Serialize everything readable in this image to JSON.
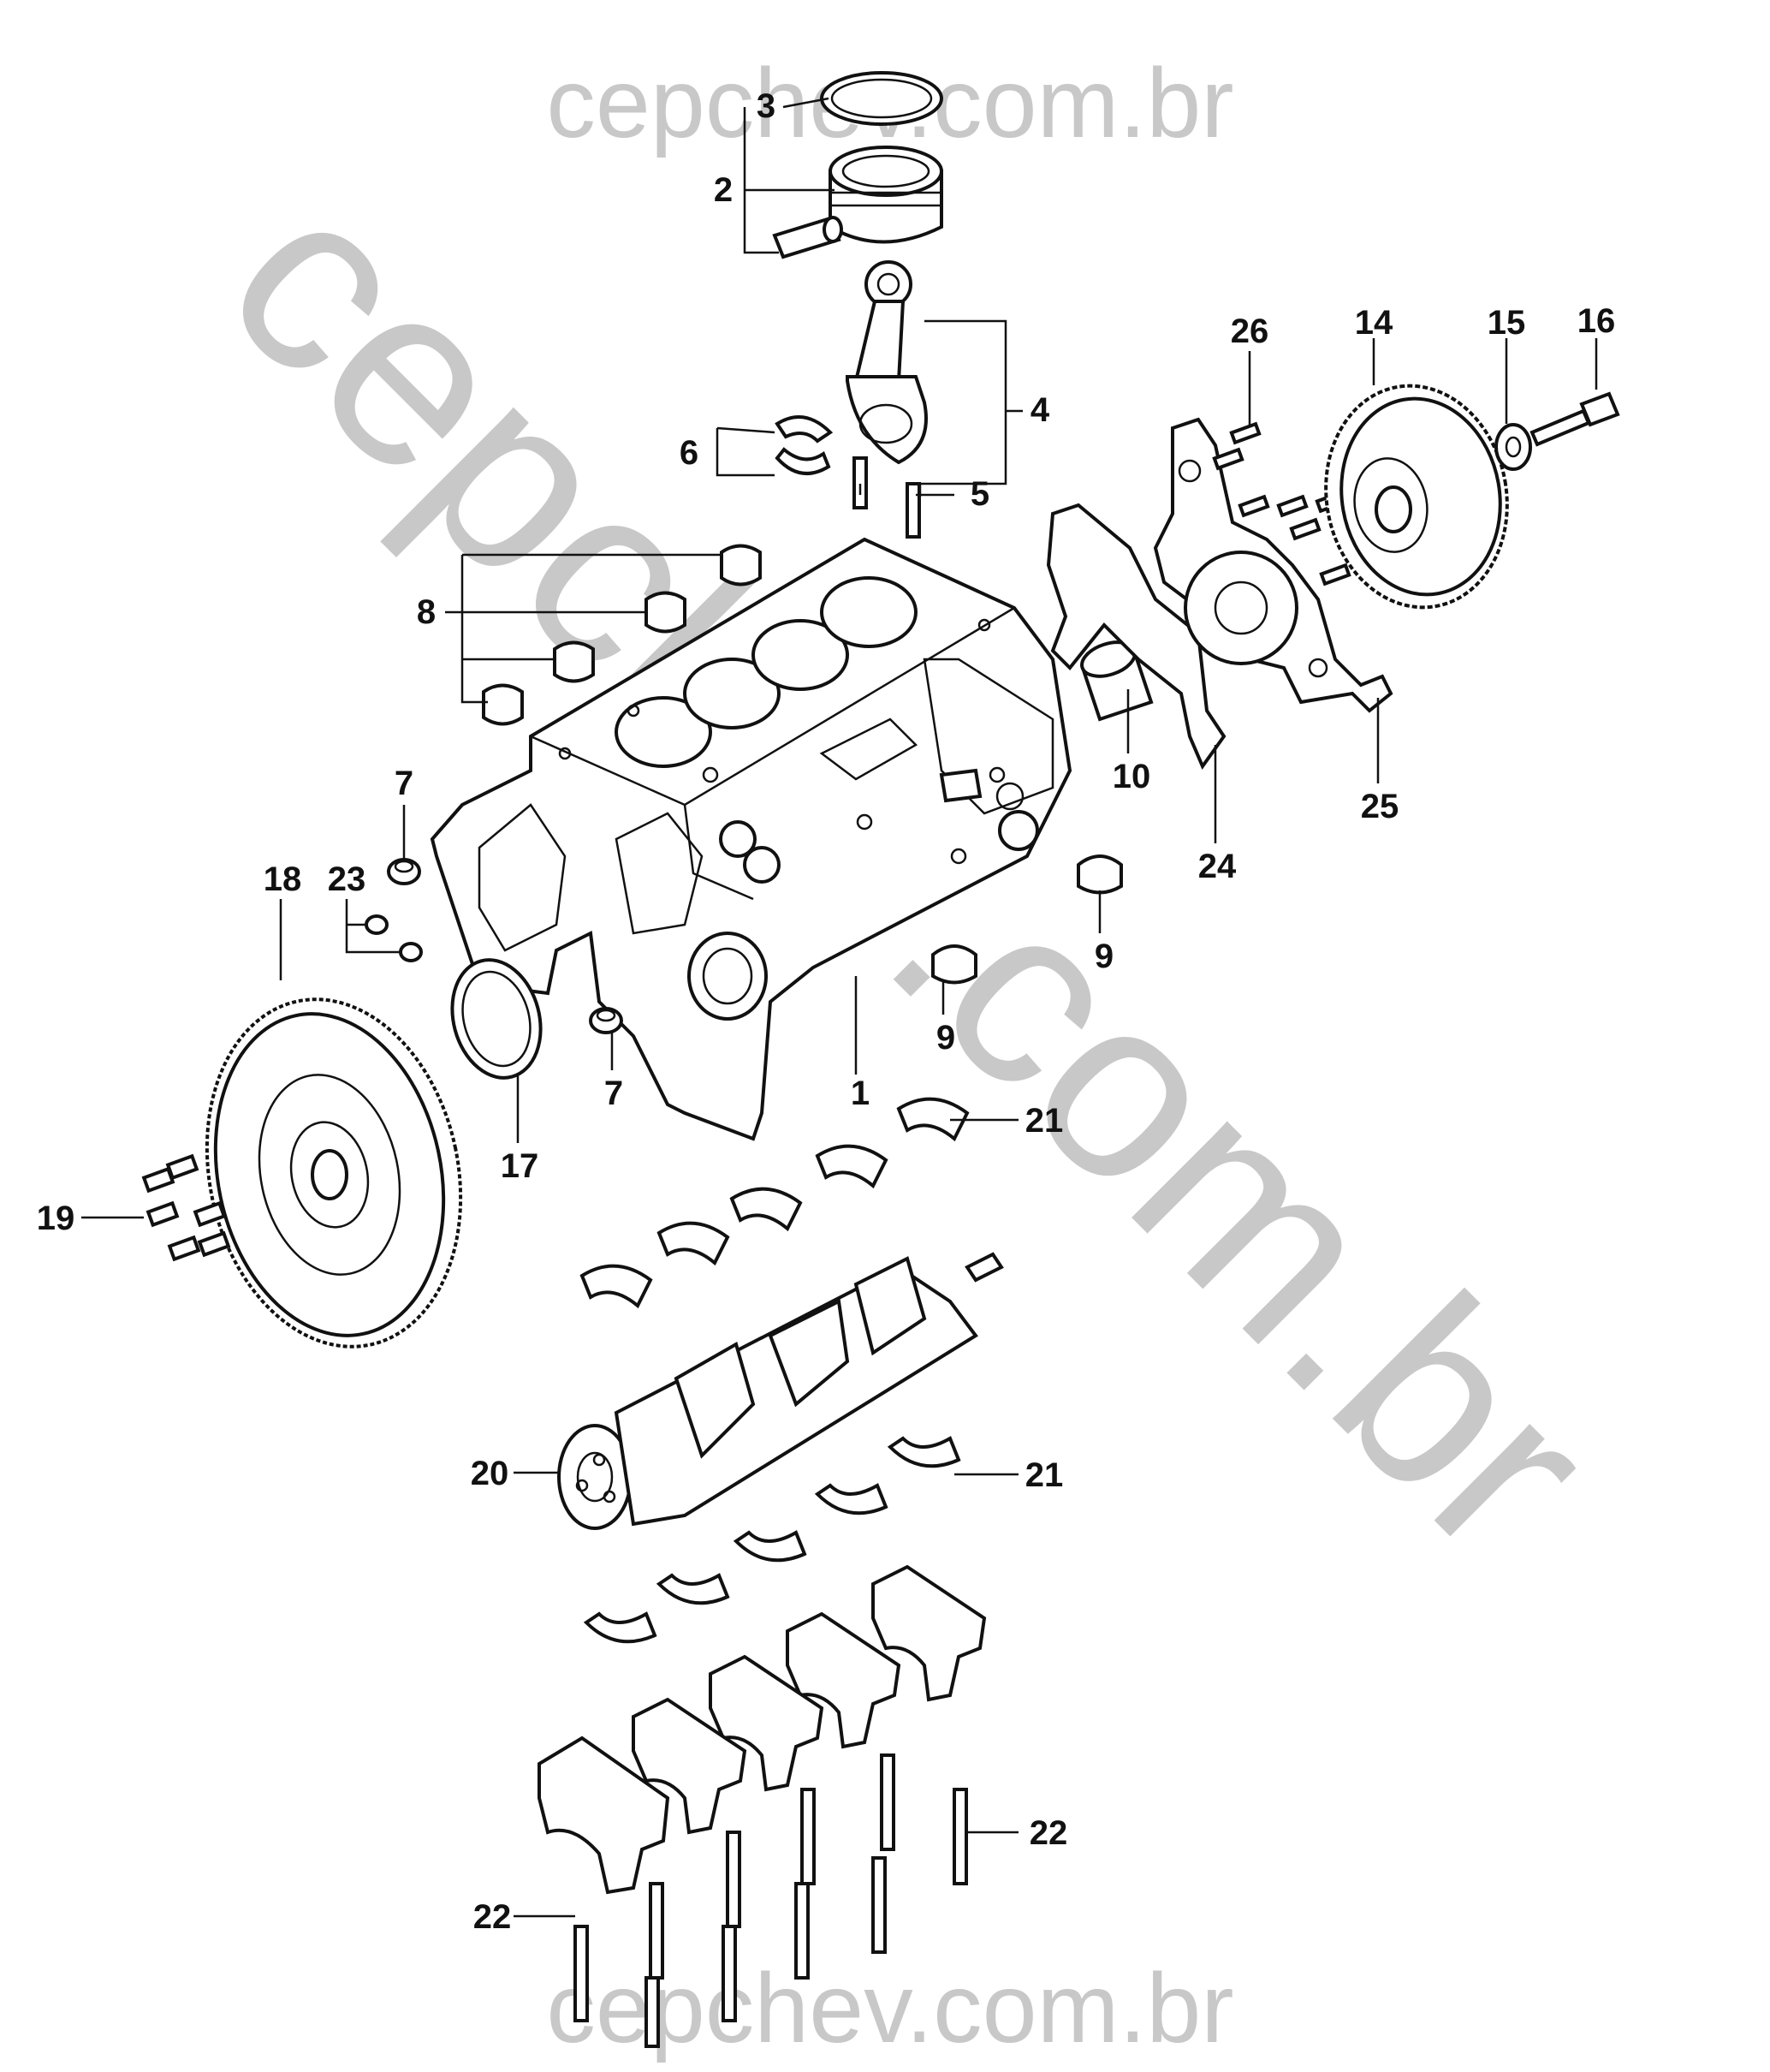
{
  "watermark": {
    "top": "cepchev.com.br",
    "diagonal": "cepchev.com.br",
    "bottom": "cepchev.com.br",
    "color": "#c8c8c8"
  },
  "callouts": {
    "c1": "1",
    "c2": "2",
    "c3": "3",
    "c4": "4",
    "c5": "5",
    "c6": "6",
    "c7a": "7",
    "c7b": "7",
    "c8": "8",
    "c9a": "9",
    "c9b": "9",
    "c10": "10",
    "c14": "14",
    "c15": "15",
    "c16": "16",
    "c17": "17",
    "c18": "18",
    "c19": "19",
    "c20": "20",
    "c21a": "21",
    "c21b": "21",
    "c22a": "22",
    "c22b": "22",
    "c23": "23",
    "c24": "24",
    "c25": "25",
    "c26": "26"
  }
}
